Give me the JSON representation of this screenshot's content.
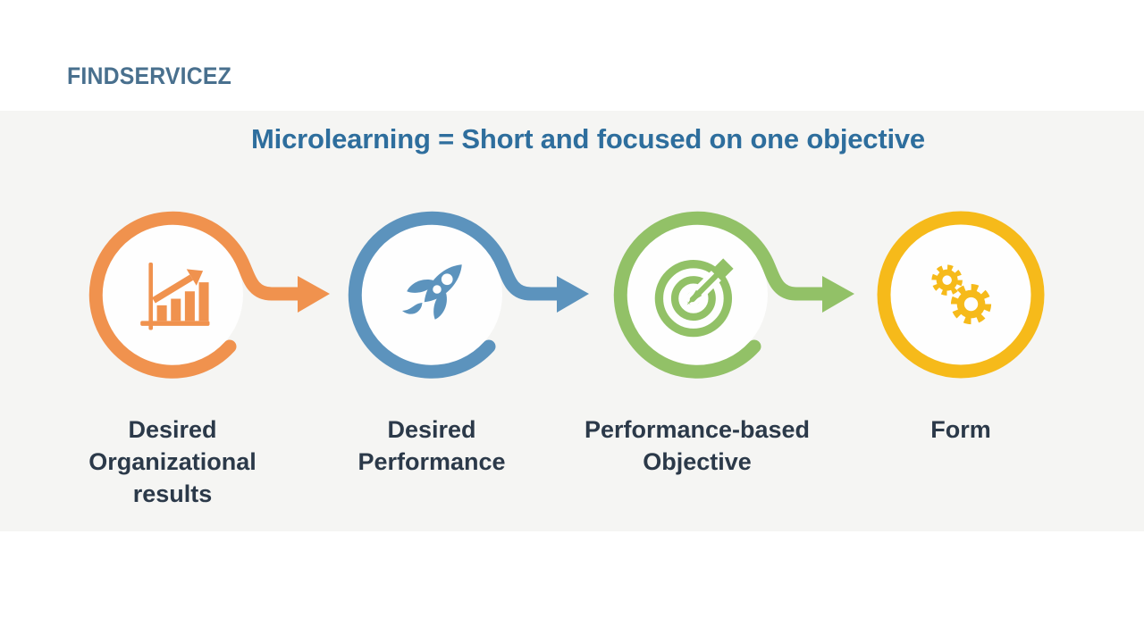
{
  "brand": {
    "logo": "FINDSERVICEZ"
  },
  "slide": {
    "title": "Microlearning = Short and focused on one objective"
  },
  "steps": [
    {
      "label": "Desired\nOrganizational\nresults",
      "icon": "bar-chart-growth",
      "color": "#F0924E",
      "connector": "arrow-right"
    },
    {
      "label": "Desired\nPerformance",
      "icon": "rocket",
      "color": "#5C93BD",
      "connector": "arrow-right"
    },
    {
      "label": "Performance-based\nObjective",
      "icon": "target-with-dart",
      "color": "#92C167",
      "connector": "arrow-right"
    },
    {
      "label": "Form",
      "icon": "gears",
      "color": "#F6BA1A",
      "connector": "none"
    }
  ],
  "colors": {
    "background": "#FFFFFF",
    "band_background": "#F5F5F3",
    "title_text": "#2E6E9D",
    "logo_text": "#49708E",
    "label_text": "#2B3949",
    "step_orange": "#F0924E",
    "step_blue": "#5C93BD",
    "step_green": "#92C167",
    "step_yellow": "#F6BA1A",
    "circle_inner": "#FEFEFE"
  }
}
